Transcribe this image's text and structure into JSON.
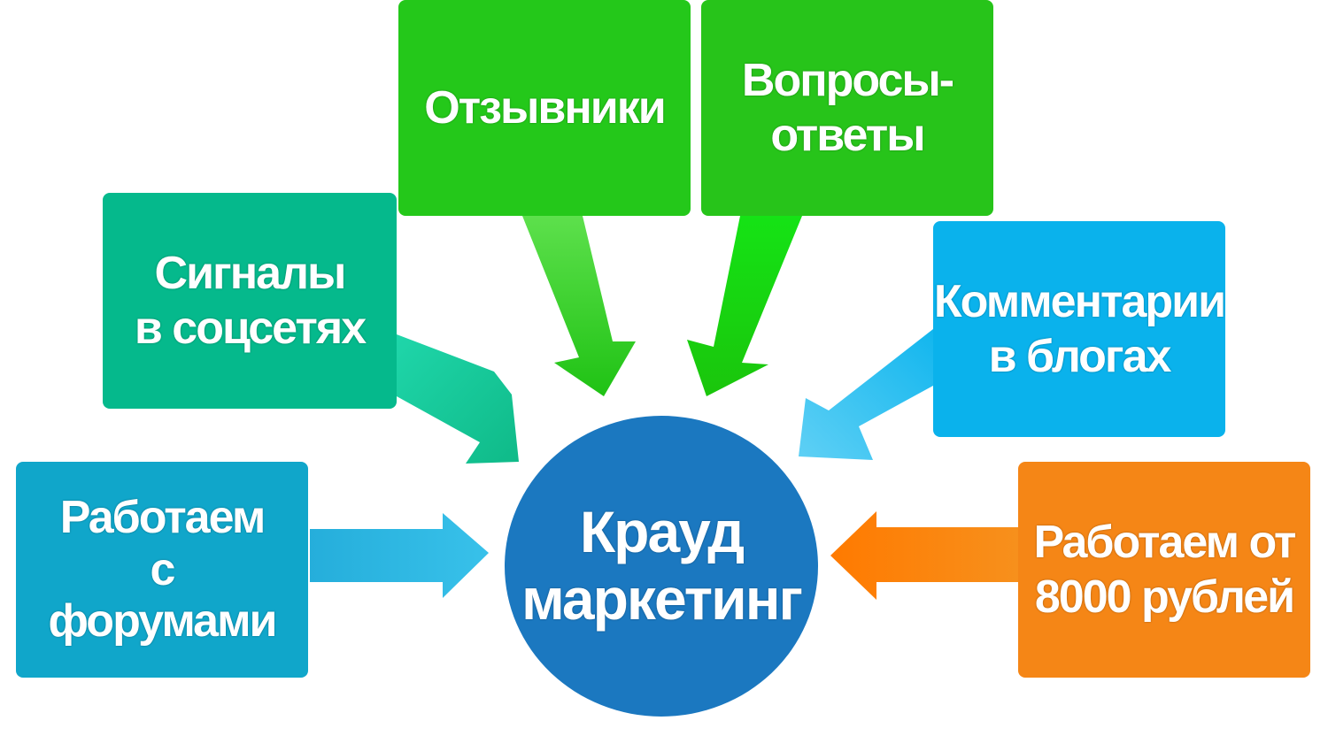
{
  "center": {
    "line1": "Крауд",
    "line2": "маркетинг",
    "color": "#1b78c0"
  },
  "nodes": {
    "forums": {
      "line1": "Работаем",
      "line2": "с",
      "line3": "форумами",
      "color": "#10a6ca"
    },
    "social": {
      "line1": "Сигналы",
      "line2": "в соцсетях",
      "color": "#05b98c"
    },
    "reviews": {
      "line1": "Отзывники",
      "color": "#24c81a"
    },
    "qa": {
      "line1": "Вопросы-",
      "line2": "ответы",
      "color": "#27c41a"
    },
    "blogs": {
      "line1": "Комментарии",
      "line2": "в блогах",
      "color": "#0ab2ec"
    },
    "price": {
      "line1": "Работаем от",
      "line2": "8000 рублей",
      "color": "#f58616"
    }
  },
  "arrow_icons": [
    "arrow-right-icon",
    "arrow-down-right-icon",
    "arrow-down-icon",
    "arrow-down-left-icon",
    "arrow-left-icon"
  ]
}
